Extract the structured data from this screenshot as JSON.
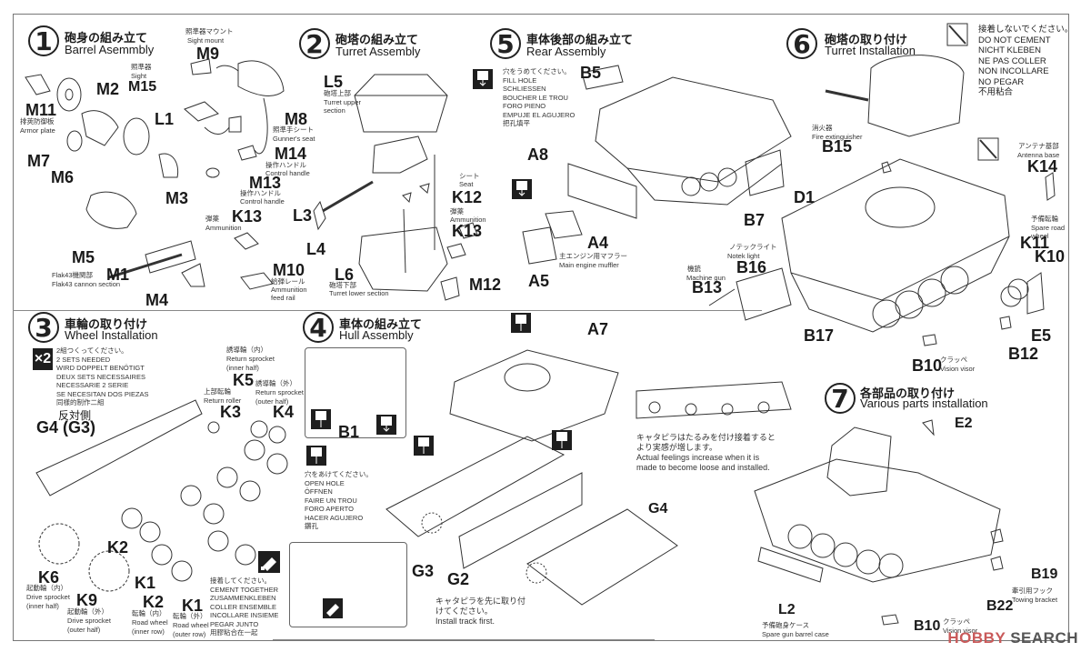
{
  "steps": [
    {
      "number": "1",
      "title_jp": "砲身の組み立て",
      "title_en": "Barrel Asemmbly"
    },
    {
      "number": "2",
      "title_jp": "砲塔の組み立て",
      "title_en": "Turret Assembly"
    },
    {
      "number": "3",
      "title_jp": "車輪の取り付け",
      "title_en": "Wheel Installation"
    },
    {
      "number": "4",
      "title_jp": "車体の組み立て",
      "title_en": "Hull Assembly"
    },
    {
      "number": "5",
      "title_jp": "車体後部の組み立て",
      "title_en": "Rear Assembly"
    },
    {
      "number": "6",
      "title_jp": "砲塔の取り付け",
      "title_en": "Turret Installation"
    },
    {
      "number": "7",
      "title_jp": "各部品の取り付け",
      "title_en": "Various parts installation"
    }
  ],
  "step1": {
    "parts": {
      "M9": {
        "label": "M9",
        "jp": "照準器マウント",
        "en": "Sight mount"
      },
      "M15": {
        "label": "M15",
        "jp": "照準器",
        "en": "Sight"
      },
      "M2": {
        "label": "M2"
      },
      "M11": {
        "label": "M11",
        "jp": "排莢防御板",
        "en": "Armor plate"
      },
      "L1": {
        "label": "L1"
      },
      "M8": {
        "label": "M8",
        "jp": "照準手シート",
        "en": "Gunner's seat"
      },
      "M14": {
        "label": "M14",
        "jp": "操作ハンドル",
        "en": "Control handle"
      },
      "M13": {
        "label": "M13",
        "jp": "操作ハンドル",
        "en": "Control handle"
      },
      "M7": {
        "label": "M7"
      },
      "M6": {
        "label": "M6"
      },
      "M3": {
        "label": "M3"
      },
      "K13": {
        "label": "K13",
        "jp": "弾薬",
        "en": "Ammunition"
      },
      "M5": {
        "label": "M5"
      },
      "M1": {
        "label": "M1",
        "jp": "Flak43機関部",
        "en": "Flak43 cannon section"
      },
      "M10": {
        "label": "M10",
        "jp": "給弾レール",
        "en1": "Ammunition",
        "en2": "feed rail"
      },
      "M4": {
        "label": "M4"
      }
    }
  },
  "step2": {
    "parts": {
      "L5": {
        "label": "L5",
        "jp": "砲塔上部",
        "en1": "Turret upper",
        "en2": "section"
      },
      "K12": {
        "label": "K12",
        "jp": "シート",
        "en": "Seat"
      },
      "K13": {
        "label": "K13",
        "jp": "弾薬",
        "en": "Ammunition"
      },
      "L3": {
        "label": "L3"
      },
      "L4": {
        "label": "L4"
      },
      "L6": {
        "label": "L6",
        "jp": "砲塔下部",
        "en": "Turret lower section"
      },
      "M12": {
        "label": "M12"
      }
    }
  },
  "step3": {
    "multiplier": "×2",
    "sets_note": [
      "2組つくってください。",
      "2 SETS NEEDED",
      "WIRD DOPPELT BENÖTIGT",
      "DEUX SETS NECESSAIRES",
      "NECESSARIE 2 SERIE",
      "SE NECESITAN DOS PIEZAS",
      "同樣的制作二組"
    ],
    "opposite_jp": "反対側",
    "parts": {
      "G4": {
        "label": "G4 (G3)"
      },
      "K5": {
        "label": "K5",
        "jp": "誘導輪（内）",
        "en1": "Return sprocket",
        "en2": "(inner half)"
      },
      "K4": {
        "label": "K4",
        "jp": "誘導輪（外）",
        "en1": "Return sprocket",
        "en2": "(outer half)"
      },
      "K3": {
        "label": "K3",
        "jp": "上部転輪",
        "en": "Return roller"
      },
      "K2a": {
        "label": "K2"
      },
      "K6": {
        "label": "K6",
        "jp": "起動輪（内）",
        "en1": "Drive sprocket",
        "en2": "(inner half)"
      },
      "K9": {
        "label": "K9",
        "jp": "起動輪（外）",
        "en1": "Drive sprocket",
        "en2": "(outer half)"
      },
      "K1a": {
        "label": "K1"
      },
      "K2b": {
        "label": "K2",
        "jp": "転輪（内）",
        "en1": "Road wheel",
        "en2": "(inner row)"
      },
      "K1b": {
        "label": "K1",
        "jp": "転輪（外）",
        "en1": "Road wheel",
        "en2": "(outer row)"
      }
    },
    "cement_note": [
      "接着してください。",
      "CEMENT TOGETHER",
      "ZUSAMMENKLEBEN",
      "COLLER ENSEMBLE",
      "INCOLLARE INSIEME",
      "PEGAR JUNTO",
      "用膠粘合在一起"
    ]
  },
  "step4": {
    "parts": {
      "B1": {
        "label": "B1"
      },
      "A7": {
        "label": "A7"
      },
      "G3": {
        "label": "G3"
      },
      "G2": {
        "label": "G2"
      },
      "G4": {
        "label": "G4"
      }
    },
    "open_hole_note": [
      "穴をあけてください。",
      "OPEN HOLE",
      "ÖFFNEN",
      "FAIRE UN TROU",
      "FORO APERTO",
      "HACER AGUJERO",
      "鑽孔"
    ],
    "track_first_note": [
      "キャタピラを先に取り付",
      "けてください。",
      "Install track first."
    ],
    "track_tip_note": [
      "キャタピラはたるみを付け接着すると",
      "より実感が増します。",
      "Actual feelings increase when it is",
      "made to become loose and installed."
    ]
  },
  "step5": {
    "fill_hole_note": [
      "穴をうめてください。",
      "FILL HOLE",
      "SCHLIESSEN",
      "BOUCHER LE TROU",
      "FORO PIENO",
      "EMPUJE EL AGUJERO",
      "把孔填平"
    ],
    "parts": {
      "B5": {
        "label": "B5"
      },
      "A8": {
        "label": "A8"
      },
      "A4": {
        "label": "A4",
        "jp": "主エンジン用マフラー",
        "en": "Main engine muffler"
      },
      "A5": {
        "label": "A5"
      },
      "B7": {
        "label": "B7"
      }
    }
  },
  "step6": {
    "no_cement_note": [
      "接着しないでください。",
      "DO NOT CEMENT",
      "NICHT KLEBEN",
      "NE PAS COLLER",
      "NON INCOLLARE",
      "NO PEGAR",
      "不用粘合"
    ],
    "parts": {
      "B15": {
        "label": "B15",
        "jp": "消火器",
        "en": "Fire extinguisher"
      },
      "K14": {
        "label": "K14",
        "jp": "アンテナ基部",
        "en": "Antenna base"
      },
      "D1": {
        "label": "D1"
      },
      "K11": {
        "label": "K11",
        "jp": "予備転輪",
        "en1": "Spare road",
        "en2": "wheel"
      },
      "K10": {
        "label": "K10"
      },
      "B16": {
        "label": "B16",
        "jp": "ノテックライト",
        "en": "Notek light"
      },
      "B13": {
        "label": "B13",
        "jp": "機銃",
        "en": "Machine gun"
      },
      "B17": {
        "label": "B17"
      },
      "E5": {
        "label": "E5"
      },
      "B12": {
        "label": "B12"
      },
      "B10": {
        "label": "B10",
        "jp": "クラッペ",
        "en": "Vision visor"
      }
    }
  },
  "step7": {
    "parts": {
      "E2": {
        "label": "E2"
      },
      "B19": {
        "label": "B19"
      },
      "B22": {
        "label": "B22",
        "jp": "牽引用フック",
        "en": "Towing bracket"
      },
      "L2": {
        "label": "L2",
        "jp": "予備砲身ケース",
        "en": "Spare gun barrel case"
      },
      "B10": {
        "label": "B10",
        "jp": "クラッペ",
        "en": "Vision visor"
      }
    }
  },
  "watermark": {
    "part1": "HOBBY",
    "part2": " SEARCH"
  }
}
